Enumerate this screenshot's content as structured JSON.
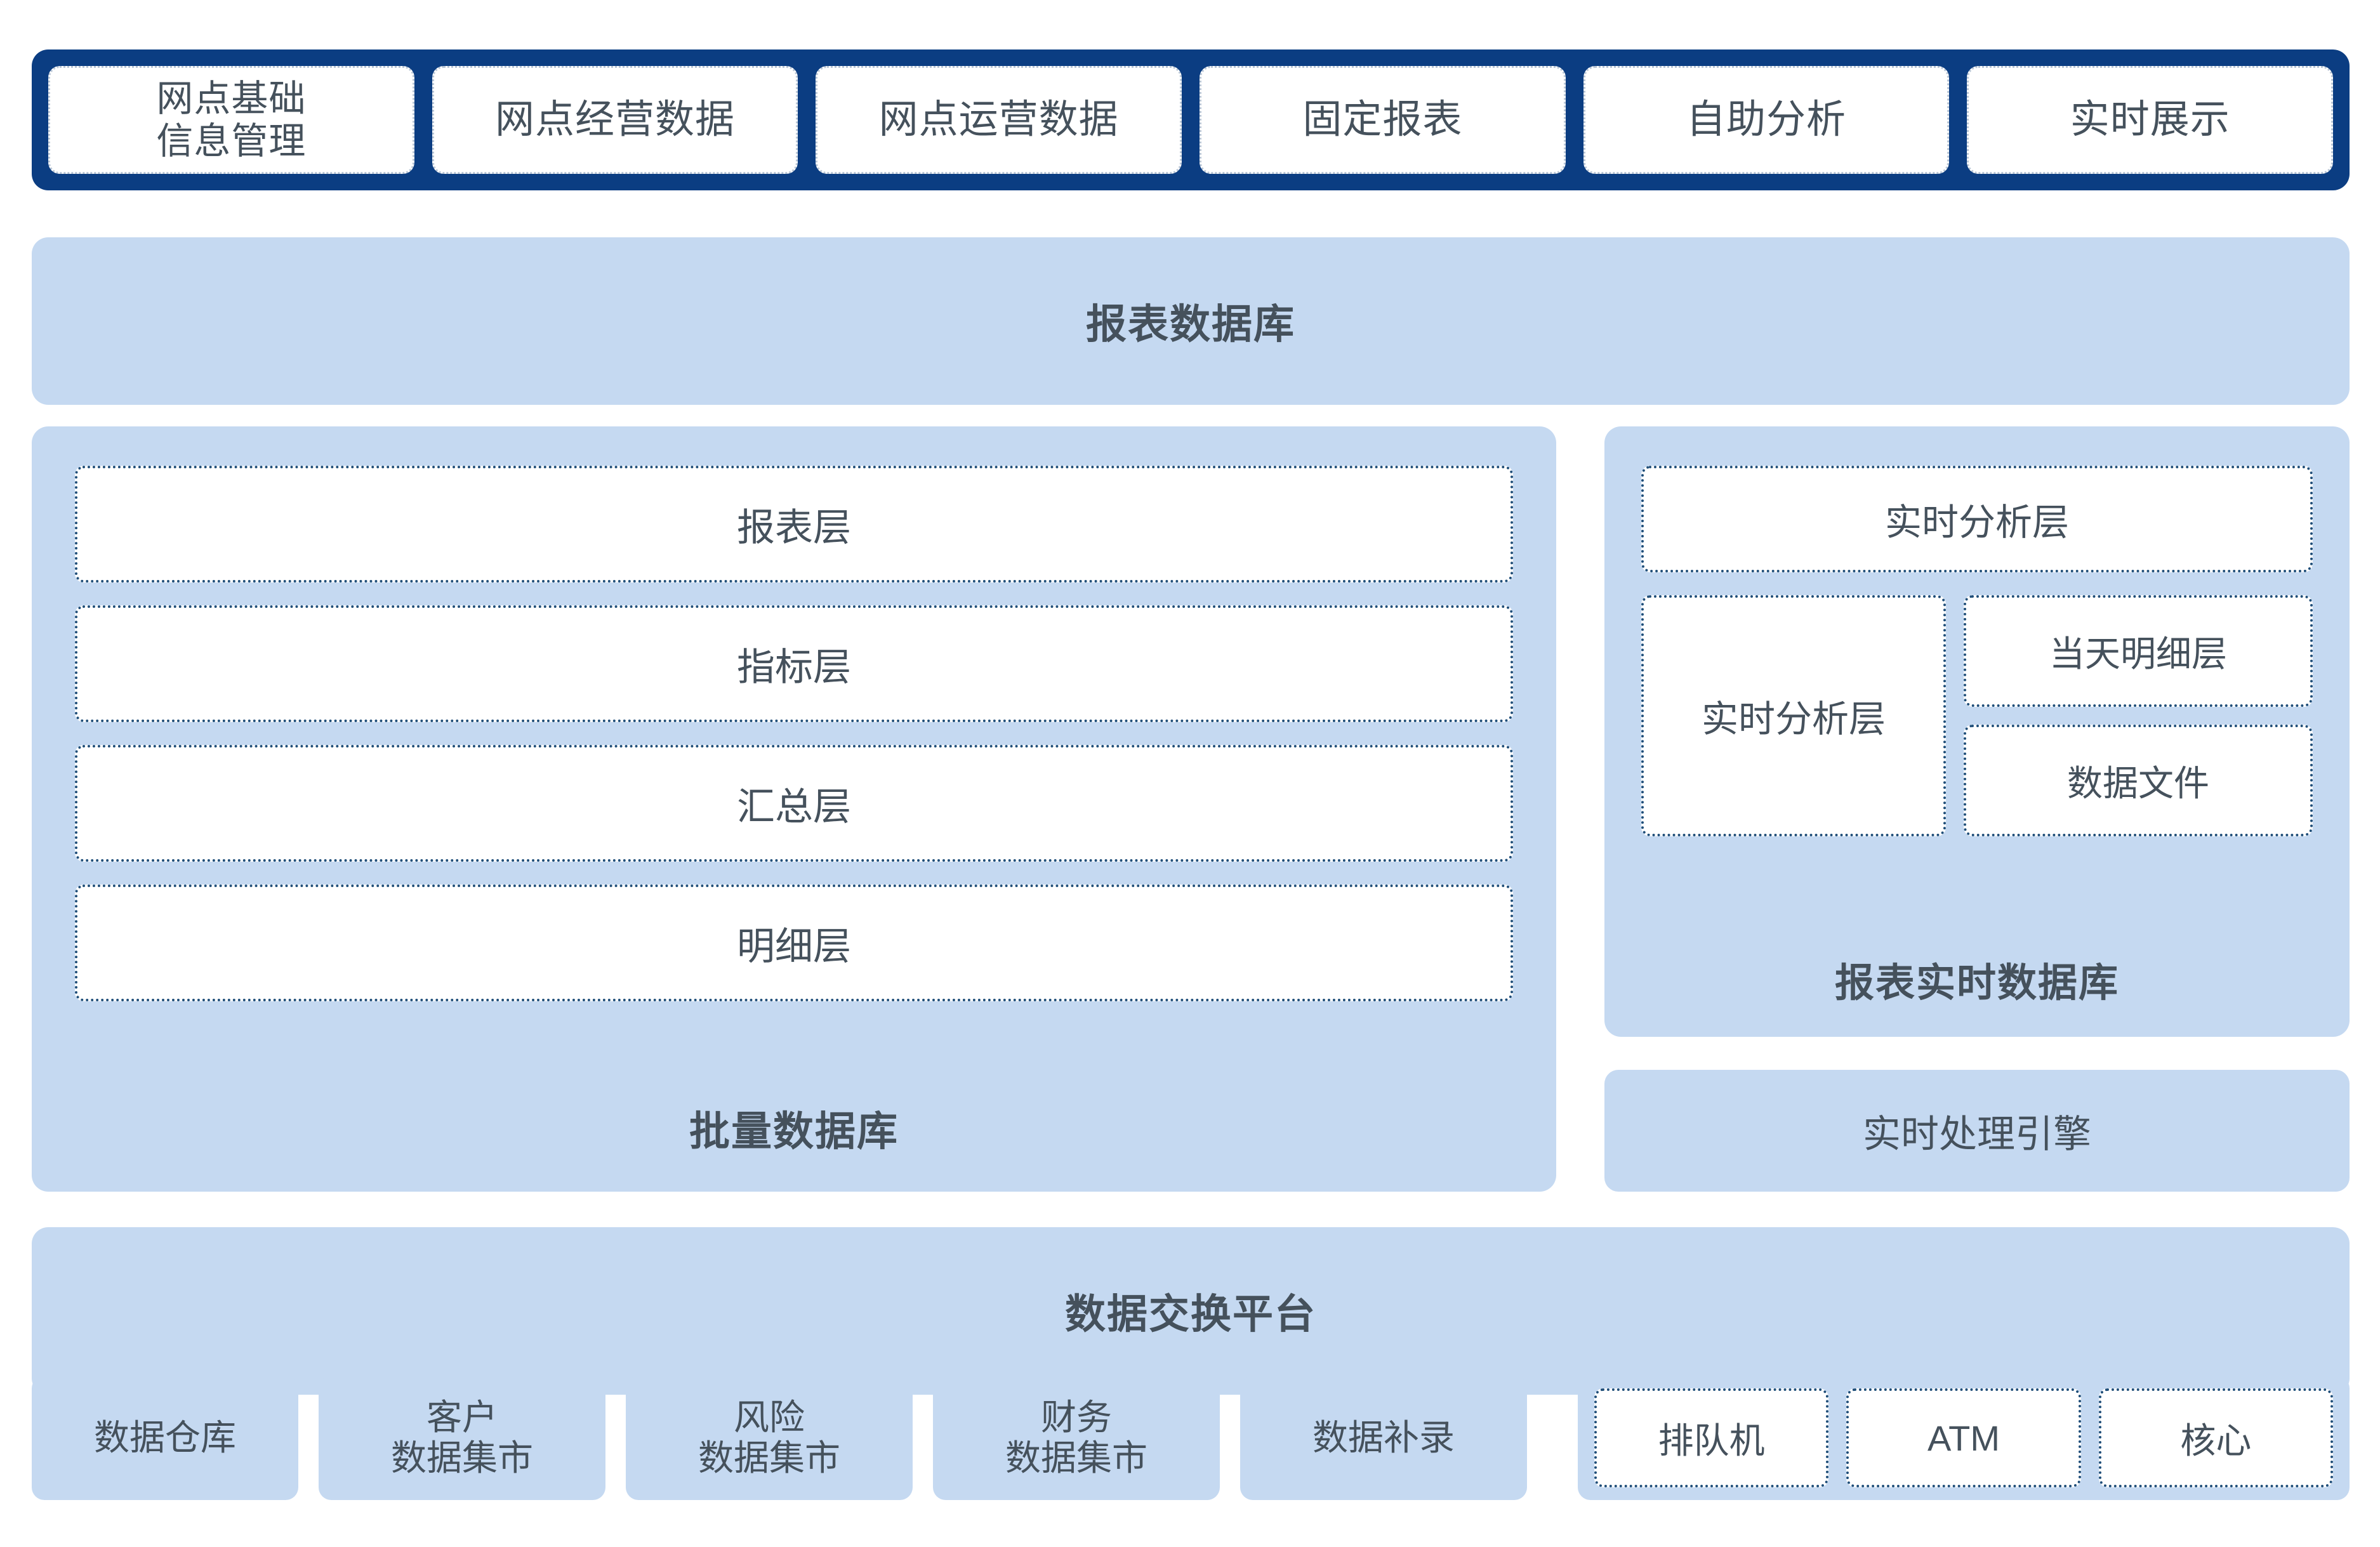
{
  "colors": {
    "nav_bar": "#0b3d82",
    "panel_fill": "#c5d9f1",
    "box_fill": "#ffffff",
    "dashed_border": "#1f4e79",
    "text": "#45515c"
  },
  "nav": {
    "tabs": [
      {
        "label": "网点基础\n信息管理"
      },
      {
        "label": "网点经营数据"
      },
      {
        "label": "网点运营数据"
      },
      {
        "label": "固定报表"
      },
      {
        "label": "自助分析"
      },
      {
        "label": "实时展示"
      }
    ]
  },
  "report_db": {
    "title": "报表数据库"
  },
  "batch_db": {
    "title": "批量数据库",
    "layers": [
      {
        "label": "报表层"
      },
      {
        "label": "指标层"
      },
      {
        "label": "汇总层"
      },
      {
        "label": "明细层"
      }
    ]
  },
  "realtime_db": {
    "title": "报表实时数据库",
    "analysis_layer": "实时分析层",
    "left_box": "实时分析层",
    "right_boxes": [
      {
        "label": "当天明细层"
      },
      {
        "label": "数据文件"
      }
    ]
  },
  "realtime_engine": {
    "label": "实时处理引擎"
  },
  "exchange_platform": {
    "title": "数据交换平台"
  },
  "sources": {
    "items": [
      {
        "label": "数据仓库"
      },
      {
        "label": "客户\n数据集市"
      },
      {
        "label": "风险\n数据集市"
      },
      {
        "label": "财务\n数据集市"
      },
      {
        "label": "数据补录"
      }
    ],
    "channels": [
      {
        "label": "排队机"
      },
      {
        "label": "ATM"
      },
      {
        "label": "核心"
      }
    ]
  }
}
